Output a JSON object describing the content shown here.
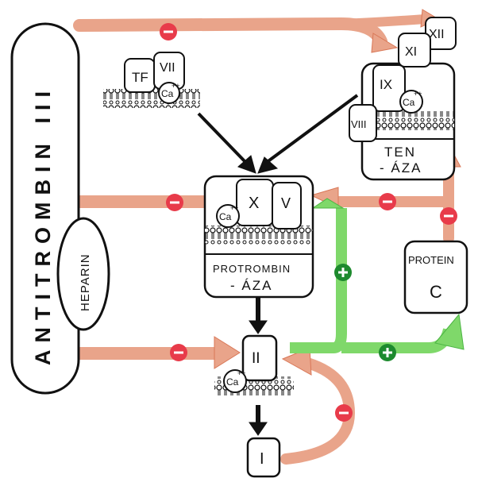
{
  "colors": {
    "inhibition_arrow": "#e9a48a",
    "inhibition_edge": "#d97757",
    "activation_arrow": "#7fd86a",
    "activation_edge": "#4cb544",
    "inhibit_badge": "#e83b4a",
    "activate_badge": "#1d8a2e",
    "ink": "#111111"
  },
  "icons": {
    "membrane": "phospholipid-bilayer-icon",
    "inhibit": "minus-circle-icon",
    "activate": "plus-circle-icon"
  },
  "labels": {
    "antithrombin": "ANTITROMBIN III",
    "heparin": "HEPARIN",
    "tf": "TF",
    "vii": "VII",
    "ca": "Ca",
    "ca_charge": "++",
    "ix": "IX",
    "viii": "VIII",
    "xi": "XI",
    "xii": "XII",
    "tenase_line1": "TEN",
    "tenase_line2": "- ÁZA",
    "x": "X",
    "v": "V",
    "prothrombinase_line1": "PROTROMBIN",
    "prothrombinase_line2": "- ÁZA",
    "ii": "II",
    "i": "I",
    "protein_c_line1": "PROTEIN",
    "protein_c_line2": "C"
  },
  "signs": {
    "inhibit": "⊖",
    "activate": "⊕"
  }
}
